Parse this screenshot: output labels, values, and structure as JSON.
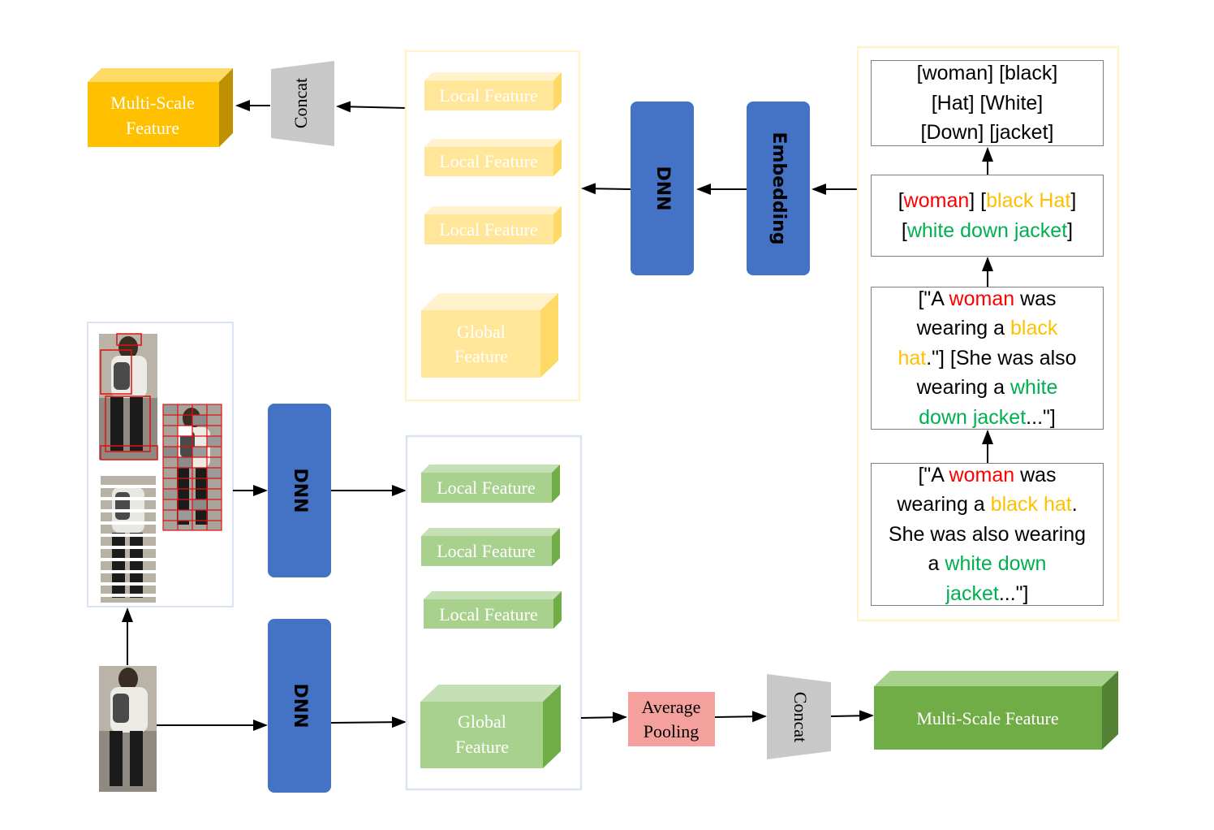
{
  "colors": {
    "blue": "#4472c4",
    "gold": "#ffc000",
    "gold_light": "#ffe699",
    "green": "#70ad47",
    "green_light": "#a9d18e",
    "concat_gray": "#c8c8c8",
    "pool_pink": "#f4a09c",
    "text_red": "#ff0000",
    "text_gold": "#ffc000",
    "text_green": "#00b050"
  },
  "top_branch": {
    "output_label": [
      "Multi-Scale",
      "Feature"
    ],
    "concat_label": "Concat",
    "local_features": [
      "Local Feature",
      "Local Feature",
      "Local Feature"
    ],
    "global_feature": [
      "Global",
      "Feature"
    ],
    "dnn_label": "DNN",
    "embedding_label": "Embedding"
  },
  "bottom_branch": {
    "dnn_upper_label": "DNN",
    "dnn_lower_label": "DNN",
    "local_features": [
      "Local Feature",
      "Local Feature",
      "Local Feature"
    ],
    "global_feature": [
      "Global",
      "Feature"
    ],
    "pooling_label": [
      "Average",
      "Pooling"
    ],
    "concat_label": "Concat",
    "output_label": "Multi-Scale Feature"
  },
  "text_pipeline": {
    "tokens_box": {
      "line1": "[woman] [black]",
      "line2": "[Hat] [White]",
      "line3": "[Down] [jacket]"
    },
    "phrases_box": {
      "b1": "[",
      "woman": "woman",
      "b2": "] [",
      "black_hat": "black Hat",
      "b3": "]",
      "b4": "[",
      "white_down_jacket": "white down jacket",
      "b5": "]"
    },
    "sentences_box": {
      "p1": "[\"A ",
      "woman": "woman",
      "p2": " was",
      "p3": "wearing a ",
      "black": "black",
      "hat": "hat",
      "p4": ".\"] [She was also",
      "p5": "wearing a ",
      "white": "white",
      "down_jacket": "down jacket",
      "p6": "...\"]"
    },
    "raw_box": {
      "p1": "[\"A ",
      "woman": "woman",
      "p2": " was",
      "p3": "wearing a ",
      "black_hat": "black hat",
      "p4": ".",
      "p5": "She was also wearing",
      "p6": "a ",
      "white_down": "white down",
      "jacket": "jacket",
      "p7": "...\"]"
    }
  }
}
